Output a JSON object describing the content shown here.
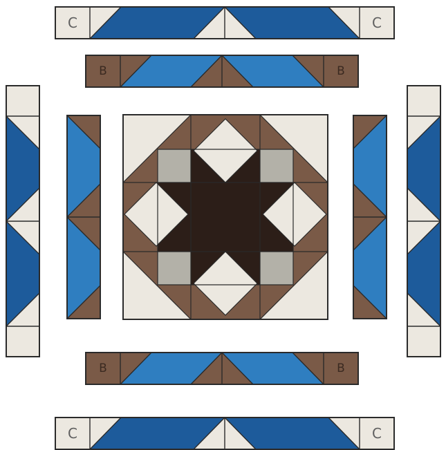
{
  "labels": {
    "c_top_left": "C",
    "c_top_right": "C",
    "c_bottom_left": "C",
    "c_bottom_right": "C",
    "b_top_left": "B",
    "b_top_right": "B",
    "b_bottom_left": "B",
    "b_bottom_right": "B"
  },
  "colors": {
    "light": "#ece8e0",
    "gray": "#b3b1a8",
    "brown": "#7a5a47",
    "dark": "#2c1e18",
    "navy": "#1d5b9b",
    "bright_blue": "#2f7ec0",
    "outline": "#2a2a2a"
  }
}
